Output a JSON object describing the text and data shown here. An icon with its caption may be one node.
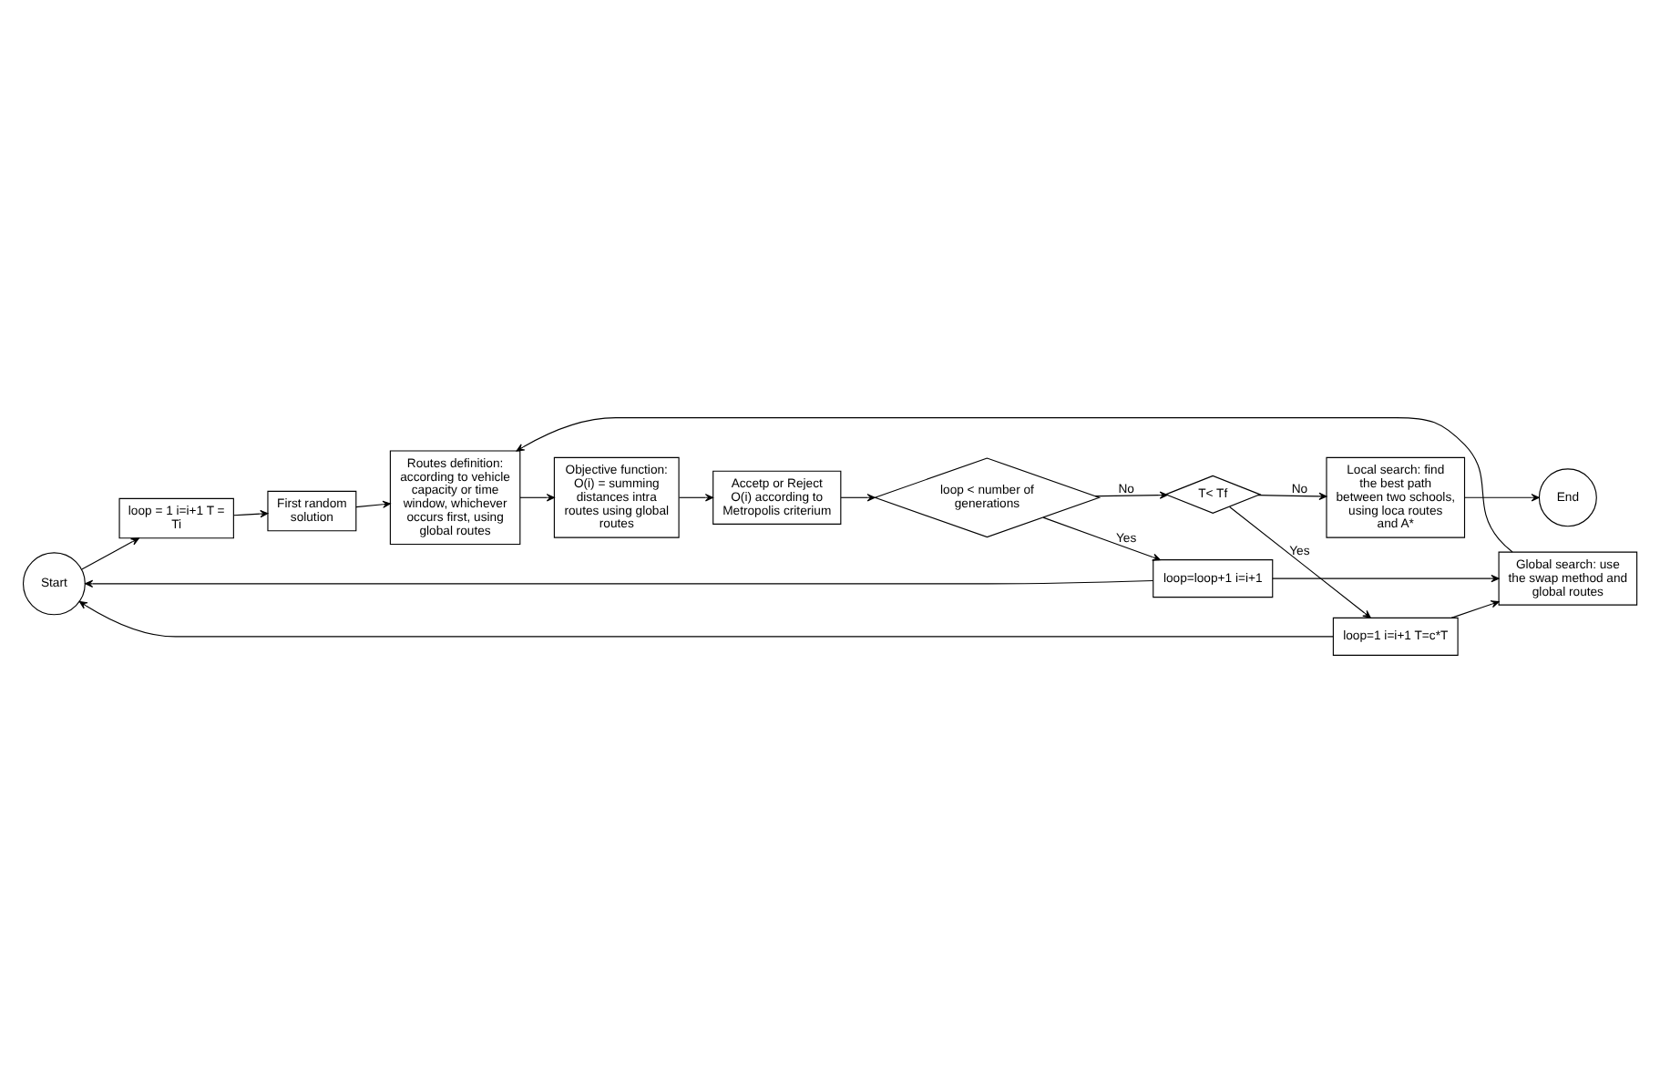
{
  "diagram": {
    "nodes": [
      {
        "text": [
          "Start"
        ]
      },
      {
        "text": [
          "loop = 1 i=i+1 T = Ti"
        ]
      },
      {
        "text": [
          "First random solution"
        ]
      },
      {
        "text": [
          "Global search: use the swap method and global routes"
        ]
      },
      {
        "text": [
          "Routes definition: according to vehicle capacity or time window, whichever occurs first, using global routes"
        ]
      },
      {
        "text": [
          "Objective function: O(i) = summing distances intra routes using global routes"
        ]
      },
      {
        "text": [
          "Accetp or Reject O(i) according to Metropolis criterium"
        ]
      },
      {
        "text": [
          "loop < number of generations"
        ]
      },
      {
        "text": [
          "loop=loop+1 i=i+1"
        ]
      },
      {
        "text": [
          "T< Tf"
        ]
      },
      {
        "text": [
          "loop=1 i=i+1 T=c*T"
        ]
      },
      {
        "text": [
          "Local search: find the best path between two schools, using loca routes and A*"
        ]
      },
      {
        "text": [
          "End"
        ]
      }
    ],
    "edges": [
      {
        "from": 0,
        "to": 1,
        "arrow": "to"
      },
      {
        "from": 1,
        "to": 2,
        "arrow": "to"
      },
      {
        "from": 2,
        "to": 4,
        "arrow": "to"
      },
      {
        "from": 3,
        "to": 4,
        "arrow": "to"
      },
      {
        "from": 4,
        "to": 5,
        "arrow": "to"
      },
      {
        "from": 5,
        "to": 6,
        "arrow": "to"
      },
      {
        "from": 6,
        "to": 7,
        "arrow": "to"
      },
      {
        "from": 7,
        "to": 8,
        "arrow": "to",
        "label": "Yes"
      },
      {
        "from": 7,
        "to": 9,
        "arrow": "to",
        "label": "No"
      },
      {
        "from": 9,
        "to": 10,
        "arrow": "to",
        "label": "Yes"
      },
      {
        "from": 9,
        "to": 11,
        "arrow": "to",
        "label": "No"
      },
      {
        "from": 11,
        "to": 12,
        "arrow": "to"
      },
      {
        "from": 8,
        "to": 3,
        "arrow": "to"
      },
      {
        "from": 8,
        "to": 0,
        "arrow": "to"
      },
      {
        "from": 10,
        "to": 3,
        "arrow": "to"
      },
      {
        "from": 10,
        "to": 0,
        "arrow": "to"
      }
    ]
  }
}
